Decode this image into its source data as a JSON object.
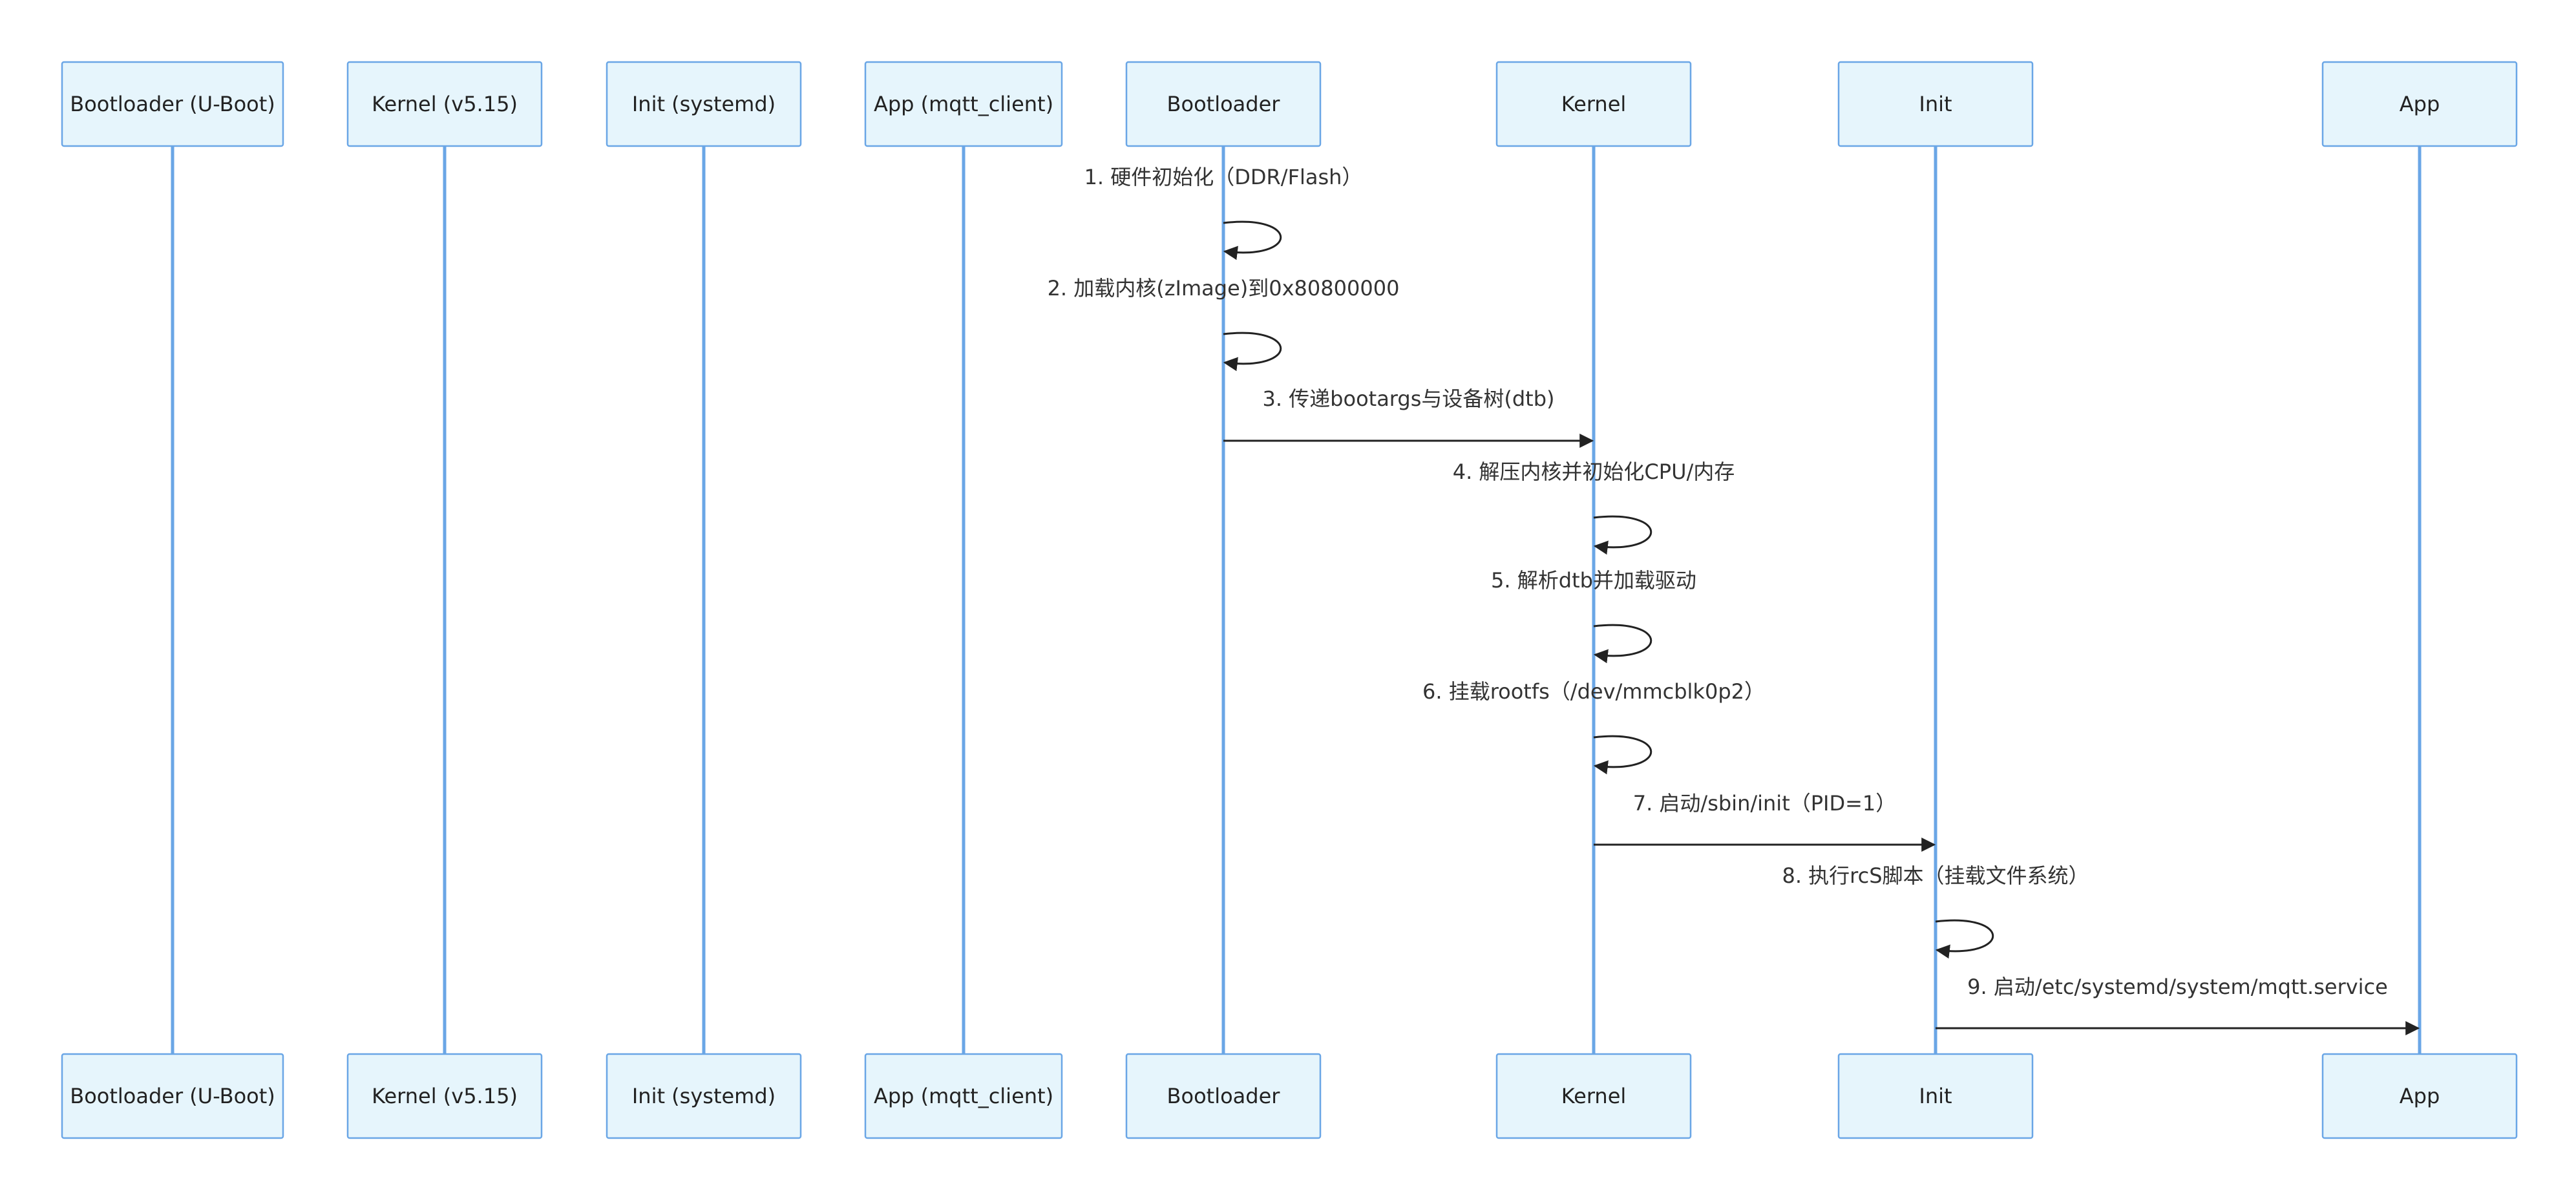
{
  "diagram": {
    "type": "sequence",
    "colors": {
      "actor_fill": "#e6f5fc",
      "actor_border": "#6aa6e6",
      "lifeline": "#6aa6e6",
      "message": "#222222",
      "text": "#333333"
    },
    "actors": [
      {
        "id": "bl_uboot",
        "label": "Bootloader (U-Boot)"
      },
      {
        "id": "kernel_v515",
        "label": "Kernel (v5.15)"
      },
      {
        "id": "init_systemd",
        "label": "Init (systemd)"
      },
      {
        "id": "app_mqtt",
        "label": "App (mqtt_client)"
      },
      {
        "id": "bootloader",
        "label": "Bootloader"
      },
      {
        "id": "kernel",
        "label": "Kernel"
      },
      {
        "id": "init",
        "label": "Init"
      },
      {
        "id": "app",
        "label": "App"
      }
    ],
    "messages": [
      {
        "from": "bootloader",
        "to": "bootloader",
        "label": "1. 硬件初始化（DDR/Flash）"
      },
      {
        "from": "bootloader",
        "to": "bootloader",
        "label": "2. 加载内核(zImage)到0x80800000"
      },
      {
        "from": "bootloader",
        "to": "kernel",
        "label": "3. 传递bootargs与设备树(dtb)"
      },
      {
        "from": "kernel",
        "to": "kernel",
        "label": "4. 解压内核并初始化CPU/内存"
      },
      {
        "from": "kernel",
        "to": "kernel",
        "label": "5. 解析dtb并加载驱动"
      },
      {
        "from": "kernel",
        "to": "kernel",
        "label": "6. 挂载rootfs（/dev/mmcblk0p2）"
      },
      {
        "from": "kernel",
        "to": "init",
        "label": "7. 启动/sbin/init（PID=1）"
      },
      {
        "from": "init",
        "to": "init",
        "label": "8. 执行rcS脚本（挂载文件系统）"
      },
      {
        "from": "init",
        "to": "app",
        "label": "9. 启动/etc/systemd/system/mqtt.service"
      }
    ]
  }
}
